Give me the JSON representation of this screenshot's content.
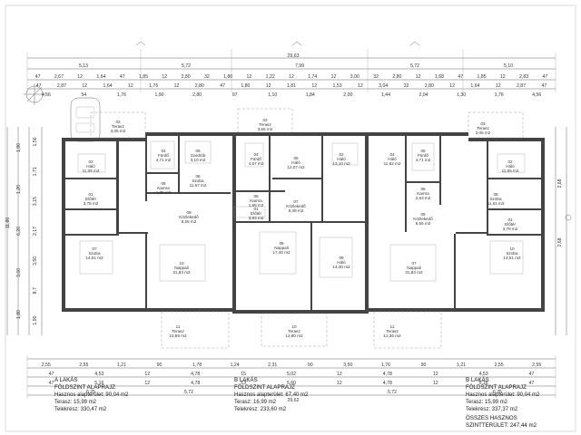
{
  "plan": {
    "overall_top": "29,63",
    "overall_bottom": "29,62",
    "top_sections": [
      "5,13",
      "5,72",
      "7,99",
      "5,72",
      "5,10"
    ],
    "top_row1": [
      "47",
      "2,67",
      "12",
      "1,64",
      "47",
      "1,85",
      "12",
      "2,80",
      "32",
      "1,80",
      "12",
      "1,22",
      "12",
      "1,74",
      "12",
      "3,00",
      "32",
      "2,80",
      "12",
      "1,68",
      "47",
      "1,85",
      "12",
      "2,83",
      "47"
    ],
    "top_row2": [
      "47",
      "2,87",
      "12",
      "1,64",
      "12",
      "1,76",
      "12",
      "2,80",
      "47",
      "1,80",
      "12",
      "1,81",
      "12",
      "1,53",
      "12",
      "3,04",
      "32",
      "2,80",
      "12",
      "1,64",
      "12",
      "2,87",
      "47"
    ],
    "top_row3": [
      "4,56",
      "54",
      "1,76",
      "1,90",
      "2,80",
      "97",
      "1,10",
      "1,84",
      "2,00",
      "1,44",
      "2,04",
      "1,30",
      "1,76",
      "4,56"
    ],
    "left_dims_outer": [
      "1,90",
      "1,20",
      "6,20",
      "3,60",
      "1,80"
    ],
    "left_dims_inner": [
      "1,56",
      "1,71",
      "3,15",
      "2,17",
      "3,50",
      "8,7",
      "1,90"
    ],
    "left_total": "11,80",
    "right_dims": [
      "2,68",
      "2,68"
    ],
    "bottom_row1": [
      "2,55",
      "2,55",
      "1,21",
      "90",
      "1,78",
      "1,24",
      "2,31",
      "90",
      "3,50",
      "1,76",
      "90",
      "1,21",
      "2,55",
      "2,55"
    ],
    "bottom_row2": [
      "47",
      "4,53",
      "12",
      "4,78",
      "15",
      "5,02",
      "12",
      "4,78",
      "12",
      "4,53",
      "47"
    ],
    "bottom_row3": [
      "47",
      "5,16",
      "12",
      "4,78",
      "13",
      "5,60",
      "12",
      "4,78",
      "12",
      "5,16",
      "47"
    ],
    "bottom_row4": [
      "6,25",
      "5,72",
      "5,72",
      "6,25"
    ],
    "rooms_a": [
      {
        "code": "03",
        "name": "Terasz",
        "area": "3,05 m2"
      },
      {
        "code": "04",
        "name": "Fürdő",
        "area": "4,71 m2"
      },
      {
        "code": "05",
        "name": "Gardrób",
        "area": "3,10 m2"
      },
      {
        "code": "06",
        "name": "Szoba",
        "area": "11,67 m2"
      },
      {
        "code": "02",
        "name": "Háló",
        "area": "11,05 m2"
      },
      {
        "code": "08",
        "name": "Kamra",
        "area": "1,85 m2"
      },
      {
        "code": "01",
        "name": "Előtér",
        "area": "3,78 m2"
      },
      {
        "code": "09",
        "name": "Közlekedő",
        "area": "6,55 m2"
      },
      {
        "code": "07",
        "name": "Szoba",
        "area": "14,51 m2"
      },
      {
        "code": "10",
        "name": "Nappali",
        "area": "31,83 m2"
      },
      {
        "code": "11",
        "name": "Terasz",
        "area": "10,59 m2"
      }
    ],
    "rooms_b": [
      {
        "code": "03",
        "name": "Terasz",
        "area": "3,55 m2"
      },
      {
        "code": "04",
        "name": "Fürdő",
        "area": "4,67 m2"
      },
      {
        "code": "05",
        "name": "Háló",
        "area": "12,07 m2"
      },
      {
        "code": "02",
        "name": "Háló",
        "area": "13,10 m2"
      },
      {
        "code": "06",
        "name": "Kamra",
        "area": "1,85 m2"
      },
      {
        "code": "01",
        "name": "Előtér",
        "area": "3,83 m2"
      },
      {
        "code": "07",
        "name": "Közlekedő",
        "area": "6,39 m2"
      },
      {
        "code": "08",
        "name": "Nappali",
        "area": "17,40 m2"
      },
      {
        "code": "09",
        "name": "Háló",
        "area": "14,30 m2"
      },
      {
        "code": "10",
        "name": "Terasz",
        "area": "12,80 m2"
      }
    ],
    "rooms_c": [
      {
        "code": "03",
        "name": "Terasz",
        "area": "3,05 m2"
      },
      {
        "code": "04",
        "name": "Háló",
        "area": "11,82 m2"
      },
      {
        "code": "05",
        "name": "Fürdő",
        "area": "4,71 m2"
      },
      {
        "code": "06",
        "name": "Kamra",
        "area": "2,63 m2"
      },
      {
        "code": "09",
        "name": "Közlekedő",
        "area": "6,55 m2"
      },
      {
        "code": "07",
        "name": "Nappali",
        "area": "31,83 m2"
      },
      {
        "code": "08",
        "name": "Szoba",
        "area": "11,61 m2"
      },
      {
        "code": "02",
        "name": "Háló",
        "area": "11,05 m2"
      },
      {
        "code": "01",
        "name": "Előtér",
        "area": "3,78 m2"
      },
      {
        "code": "10",
        "name": "Szoba",
        "area": "14,51 m2"
      },
      {
        "code": "11",
        "name": "Terasz",
        "area": "12,36 m2"
      }
    ],
    "unit_a": {
      "title": "A LAKÁS",
      "subtitle": "FÖLDSZINT ALAPRAJZ",
      "useful": "Hasznos alapterület: 90,04 m2",
      "terrace": "Terasz: 15,99 m2",
      "plot": "Telekrész: 330,47 m2"
    },
    "unit_b": {
      "title": "B LAKÁS",
      "subtitle": "FÖLDSZINT ALAPRAJZ",
      "useful": "Hasznos alapterület: 67,40 m2",
      "terrace": "Terasz: 16,99 m2",
      "plot": "Telekrész: 233,60 m2"
    },
    "unit_c": {
      "title": "B LAKÁS",
      "subtitle": "FÖLDSZINT ALAPRAJZ",
      "useful": "Hasznos alapterület: 90,04 m2",
      "terrace": "Terasz: 15,99 m2",
      "plot": "Telekrész: 337,37 m2"
    },
    "total": {
      "title": "ÖSSZES HASZNOS",
      "value": "SZINTTERÜLET: 247,44 m2"
    }
  }
}
